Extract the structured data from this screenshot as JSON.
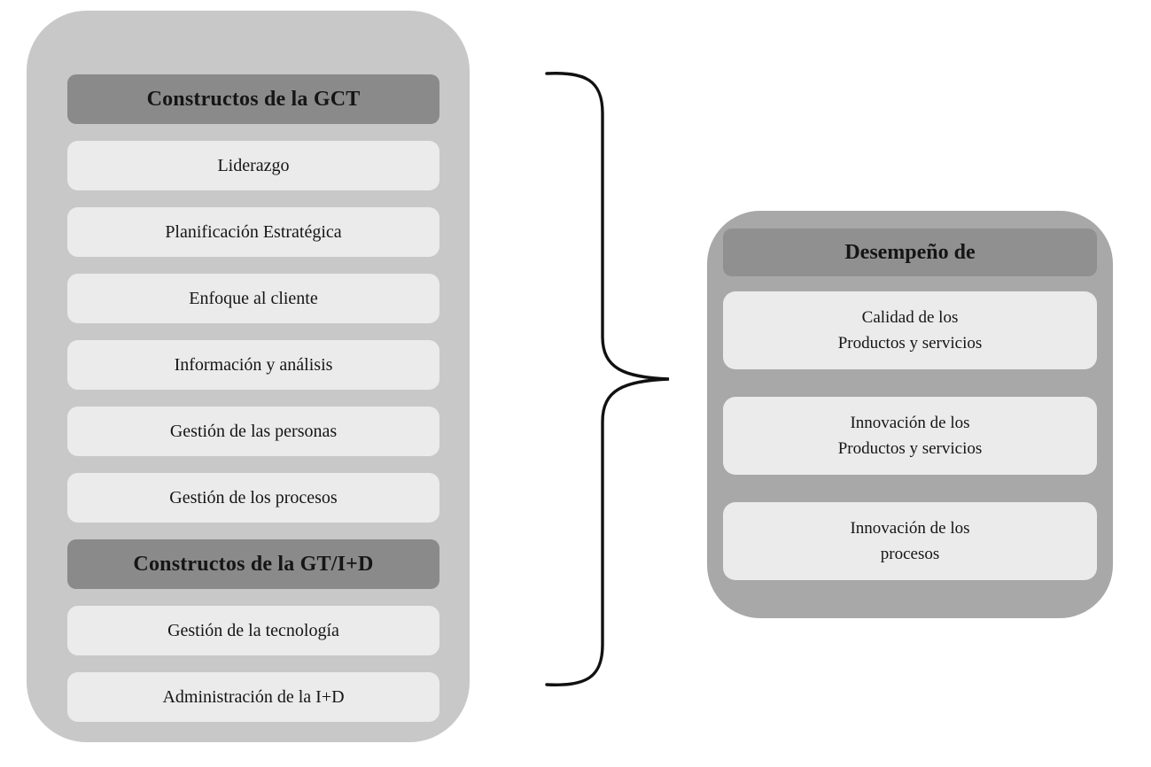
{
  "left_panel": {
    "sections": [
      {
        "header": "Constructos de la GCT",
        "items": [
          "Liderazgo",
          "Planificación Estratégica",
          "Enfoque al cliente",
          "Información y análisis",
          "Gestión de las personas",
          "Gestión de los procesos"
        ]
      },
      {
        "header": "Constructos de la GT/I+D",
        "items": [
          "Gestión de la tecnología",
          "Administración de la I+D"
        ]
      }
    ]
  },
  "brace": {
    "icon": "right-curly-brace"
  },
  "right_panel": {
    "header": "Desempeño de",
    "items": [
      {
        "line1": "Calidad de los",
        "line2": "Productos y servicios"
      },
      {
        "line1": "Innovación de los",
        "line2": "Productos y servicios"
      },
      {
        "line1": "Innovación de los",
        "line2": "procesos"
      }
    ]
  },
  "colors": {
    "left_panel_bg": "#c8c8c8",
    "right_panel_bg": "#a8a8a8",
    "left_header_bg": "#8a8a8a",
    "right_header_bg": "#909090",
    "item_bg": "#ebebeb",
    "text_color": "#151515",
    "brace_color": "#111111"
  }
}
